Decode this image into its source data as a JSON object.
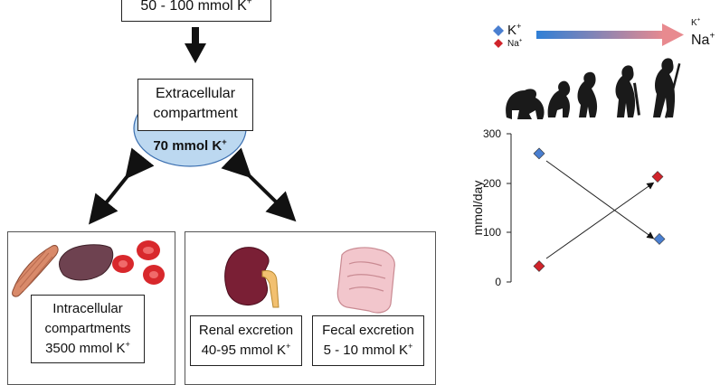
{
  "intake": {
    "text": "50 - 100 mmol K",
    "sup": "+"
  },
  "extracellular": {
    "line1": "Extracellular",
    "line2": "compartment",
    "amount": "70 mmol K",
    "amount_sup": "+"
  },
  "intracellular": {
    "line1": "Intracellular",
    "line2": "compartments",
    "amount": "3500 mmol K",
    "amount_sup": "+"
  },
  "renal": {
    "line1": "Renal excretion",
    "amount": "40-95 mmol K",
    "amount_sup": "+"
  },
  "fecal": {
    "line1": "Fecal excretion",
    "amount": "5 - 10 mmol K",
    "amount_sup": "+"
  },
  "evolution": {
    "legend_k": "K",
    "legend_k_sup": "+",
    "legend_na": "Na",
    "legend_na_sup": "+",
    "right_k": "K",
    "right_k_sup": "+",
    "right_na": "Na",
    "right_na_sup": "+"
  },
  "colors": {
    "k_marker": "#4a7fd0",
    "na_marker": "#d0242b",
    "ellipse_fill": "#bcd8f0",
    "arrow_start": "#2f7fd6",
    "arrow_end": "#e88a8f"
  },
  "chart_data": {
    "type": "scatter",
    "ylabel": "mmol/day",
    "yticks": [
      "0",
      "100",
      "200",
      "300"
    ],
    "ylim": [
      0,
      300
    ],
    "series": [
      {
        "name": "K+",
        "values": [
          260,
          87
        ],
        "color": "#4a7fd0"
      },
      {
        "name": "Na+",
        "values": [
          32,
          213
        ],
        "color": "#d0242b"
      }
    ]
  }
}
